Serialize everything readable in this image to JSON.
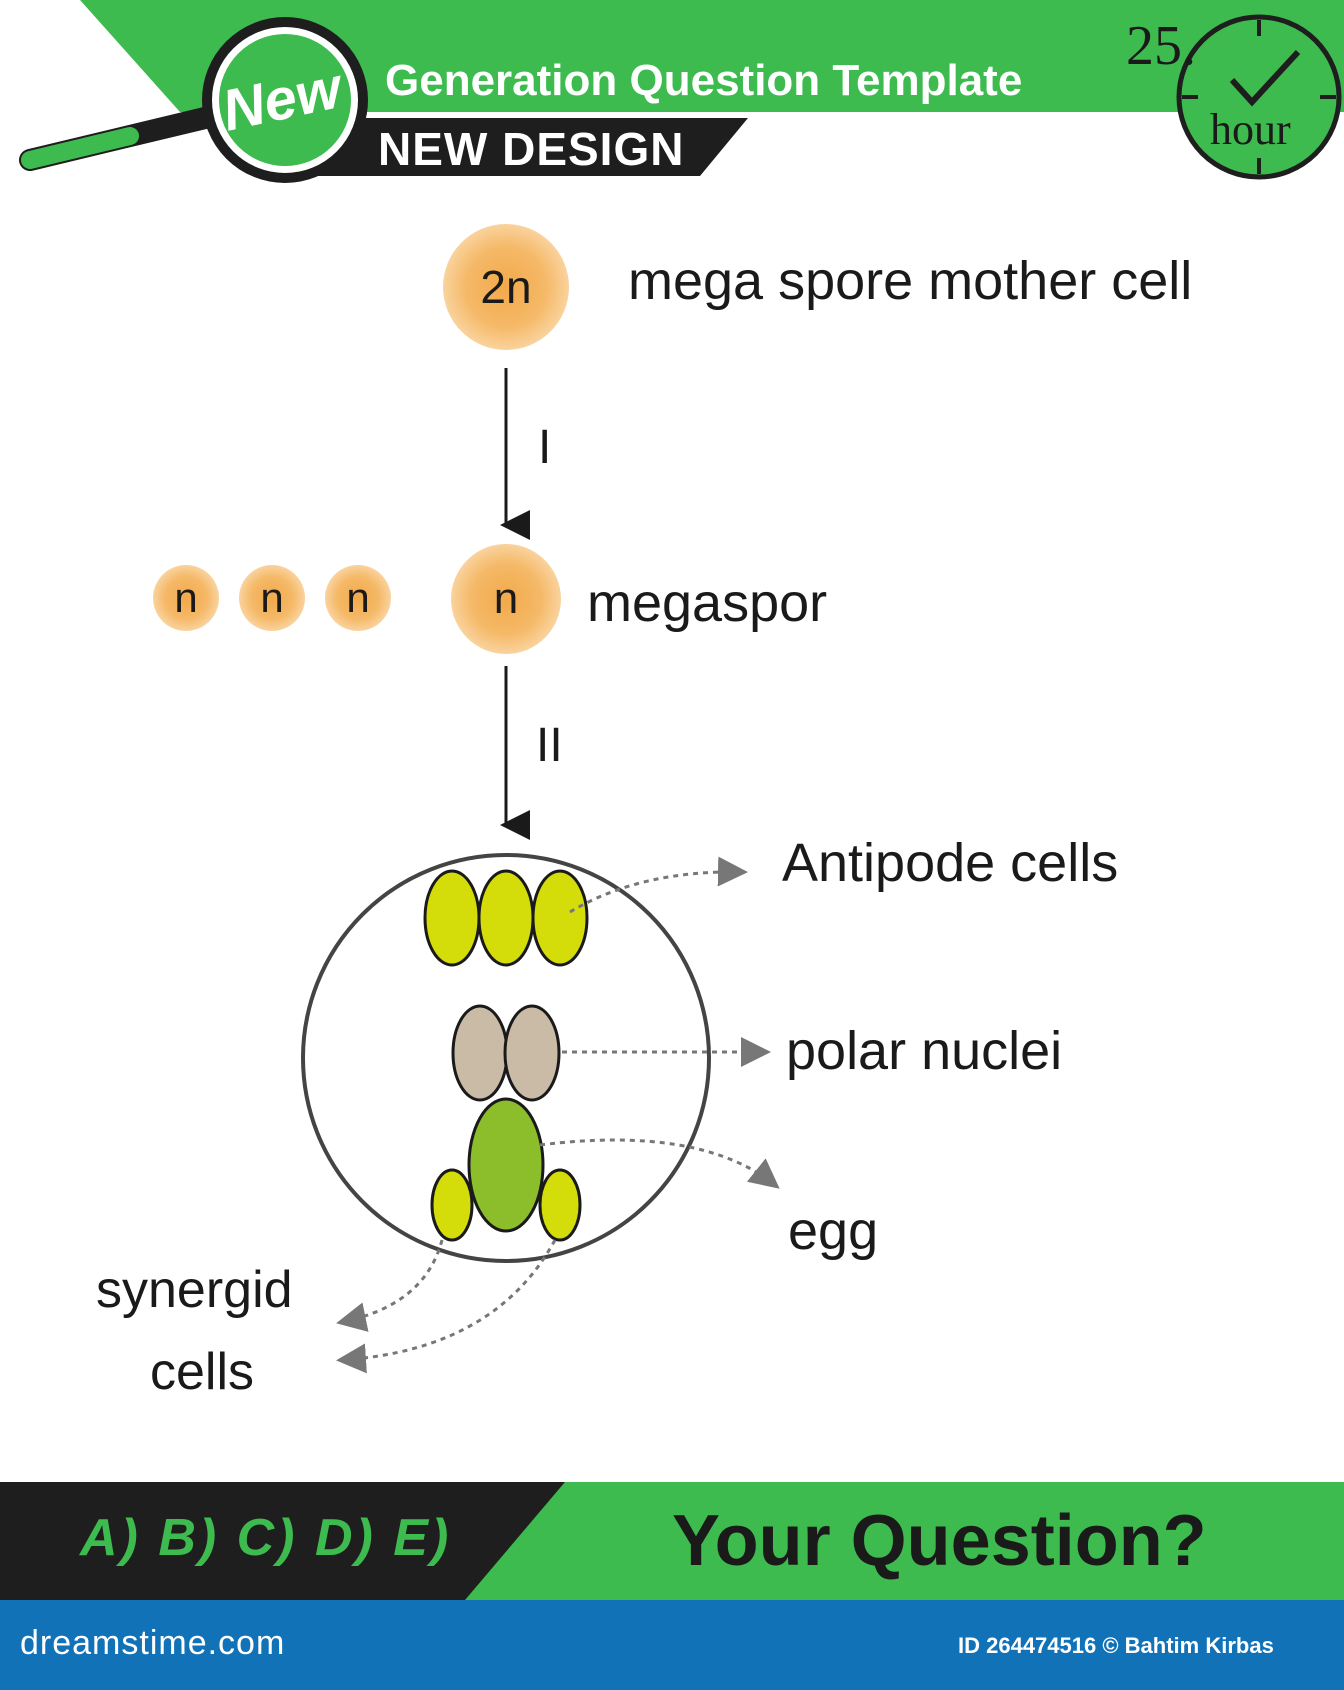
{
  "header": {
    "badge": "New",
    "title": "Generation Question Template",
    "subtitle": "NEW DESIGN",
    "clock_number": "25.",
    "clock_unit": "hour"
  },
  "diagram": {
    "mother_cell": {
      "ploidy": "2n",
      "label": "mega spore mother cell"
    },
    "step_1": "I",
    "degenerate_cells": [
      "n",
      "n",
      "n"
    ],
    "megaspore": {
      "ploidy": "n",
      "label": "megaspor"
    },
    "step_2": "II",
    "labels": {
      "antipode": "Antipode cells",
      "polar": "polar nuclei",
      "egg": "egg",
      "synergid_line1": "synergid",
      "synergid_line2": "cells"
    }
  },
  "bottom_bar": {
    "answers": "A) B) C) D) E)",
    "question": "Your Question?"
  },
  "footer": {
    "site": "dreamstime.com",
    "credit": "ID 264474516 © Bahtim Kirbas"
  },
  "colors": {
    "brand_green": "#3dbb4f",
    "dark": "#1e1e1e",
    "footer_blue": "#1272b8",
    "antipode_fill": "#d4dc0a",
    "polar_fill": "#c9bba6",
    "egg_fill": "#8cbd2a",
    "synergid_fill": "#d4dc0a",
    "cell_orange": "#f2a94a"
  }
}
